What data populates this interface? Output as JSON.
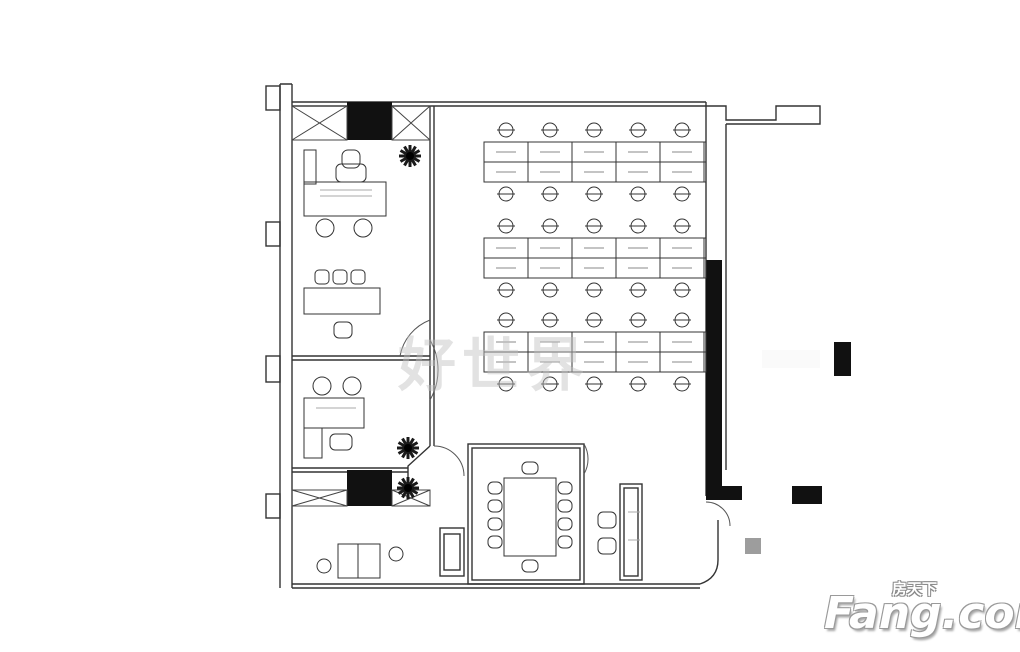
{
  "watermark": {
    "text": "好世界",
    "logo_main": "Fang.com",
    "logo_sub": "房天下"
  },
  "colors": {
    "line": "#333333",
    "fill": "#111111",
    "gray": "#a0a0a0",
    "plant": "#1a1a1a"
  }
}
